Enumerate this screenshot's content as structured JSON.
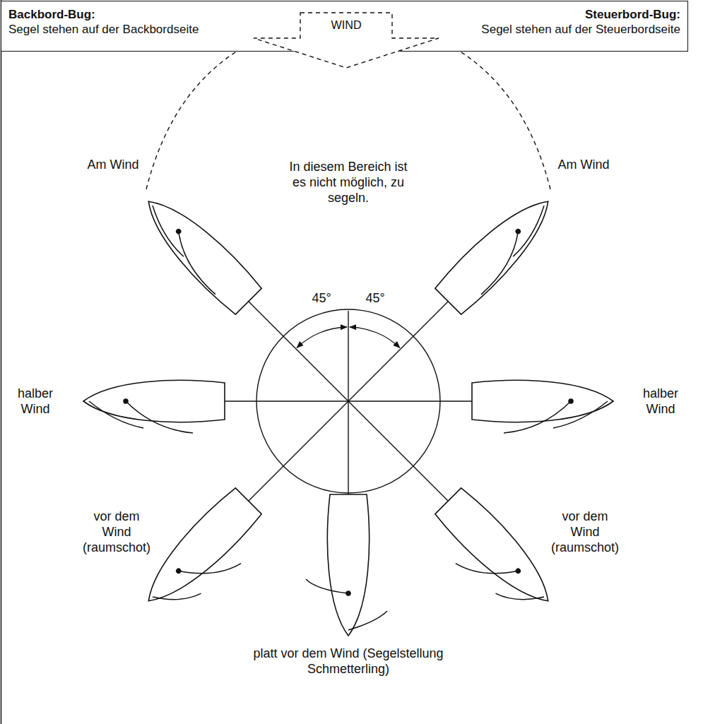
{
  "diagram": {
    "nodes": [
      {
        "text": [
          "Backbord-Bug:",
          "Segel stehen auf der Backbordseite"
        ]
      },
      {
        "text": [
          "Steuerbord-Bug:",
          "Segel stehen auf der Steuerbordseite"
        ]
      },
      {
        "text": [
          "WIND"
        ]
      }
    ],
    "labels": [
      "Am Wind",
      "In diesem Bereich ist es nicht möglich, zu segeln.",
      "Am Wind",
      "45°",
      "45°",
      "halber Wind",
      "halber Wind",
      "vor dem Wind (raumschot)",
      "vor dem Wind (raumschot)",
      "platt vor dem Wind (Segelstellung Schmetterling)"
    ]
  }
}
